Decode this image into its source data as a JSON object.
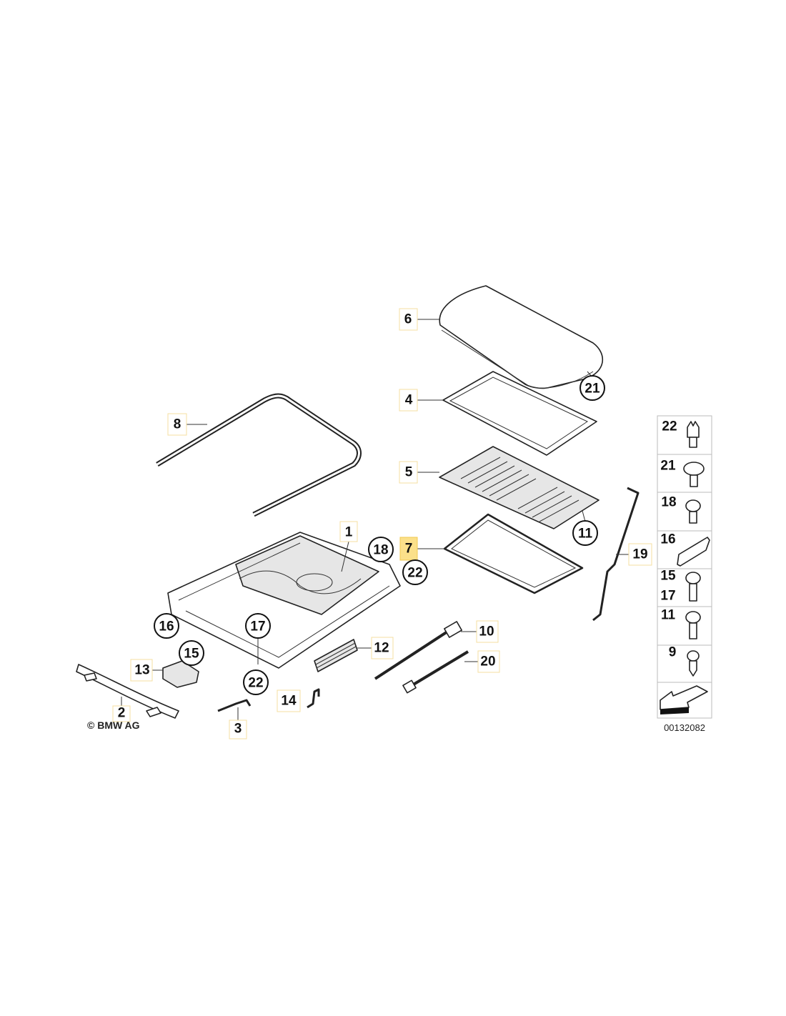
{
  "diagram": {
    "copyright": "© BMW AG",
    "diagram_number": "00132082",
    "highlighted_part": "7",
    "highlight_color": "#fbe08a",
    "callouts": {
      "p1": "1",
      "p2": "2",
      "p3": "3",
      "p4": "4",
      "p5": "5",
      "p6": "6",
      "p7": "7",
      "p8": "8",
      "p10": "10",
      "p12": "12",
      "p13": "13",
      "p14": "14",
      "p19": "19",
      "p20": "20",
      "c11": "11",
      "c15": "15",
      "c16": "16",
      "c17": "17",
      "c18": "18",
      "c21": "21",
      "c22a": "22",
      "c22b": "22"
    },
    "fastener_legend": [
      {
        "label": "22",
        "icon": "clip-icon"
      },
      {
        "label": "21",
        "icon": "collar-screw-icon"
      },
      {
        "label": "18",
        "icon": "screw-icon"
      },
      {
        "label": "16",
        "icon": "bracket-icon"
      },
      {
        "label": "15",
        "label2": "17",
        "icon": "screw-icon"
      },
      {
        "label": "11",
        "icon": "screw-icon"
      },
      {
        "label": "9",
        "icon": "tapping-screw-icon"
      }
    ]
  }
}
